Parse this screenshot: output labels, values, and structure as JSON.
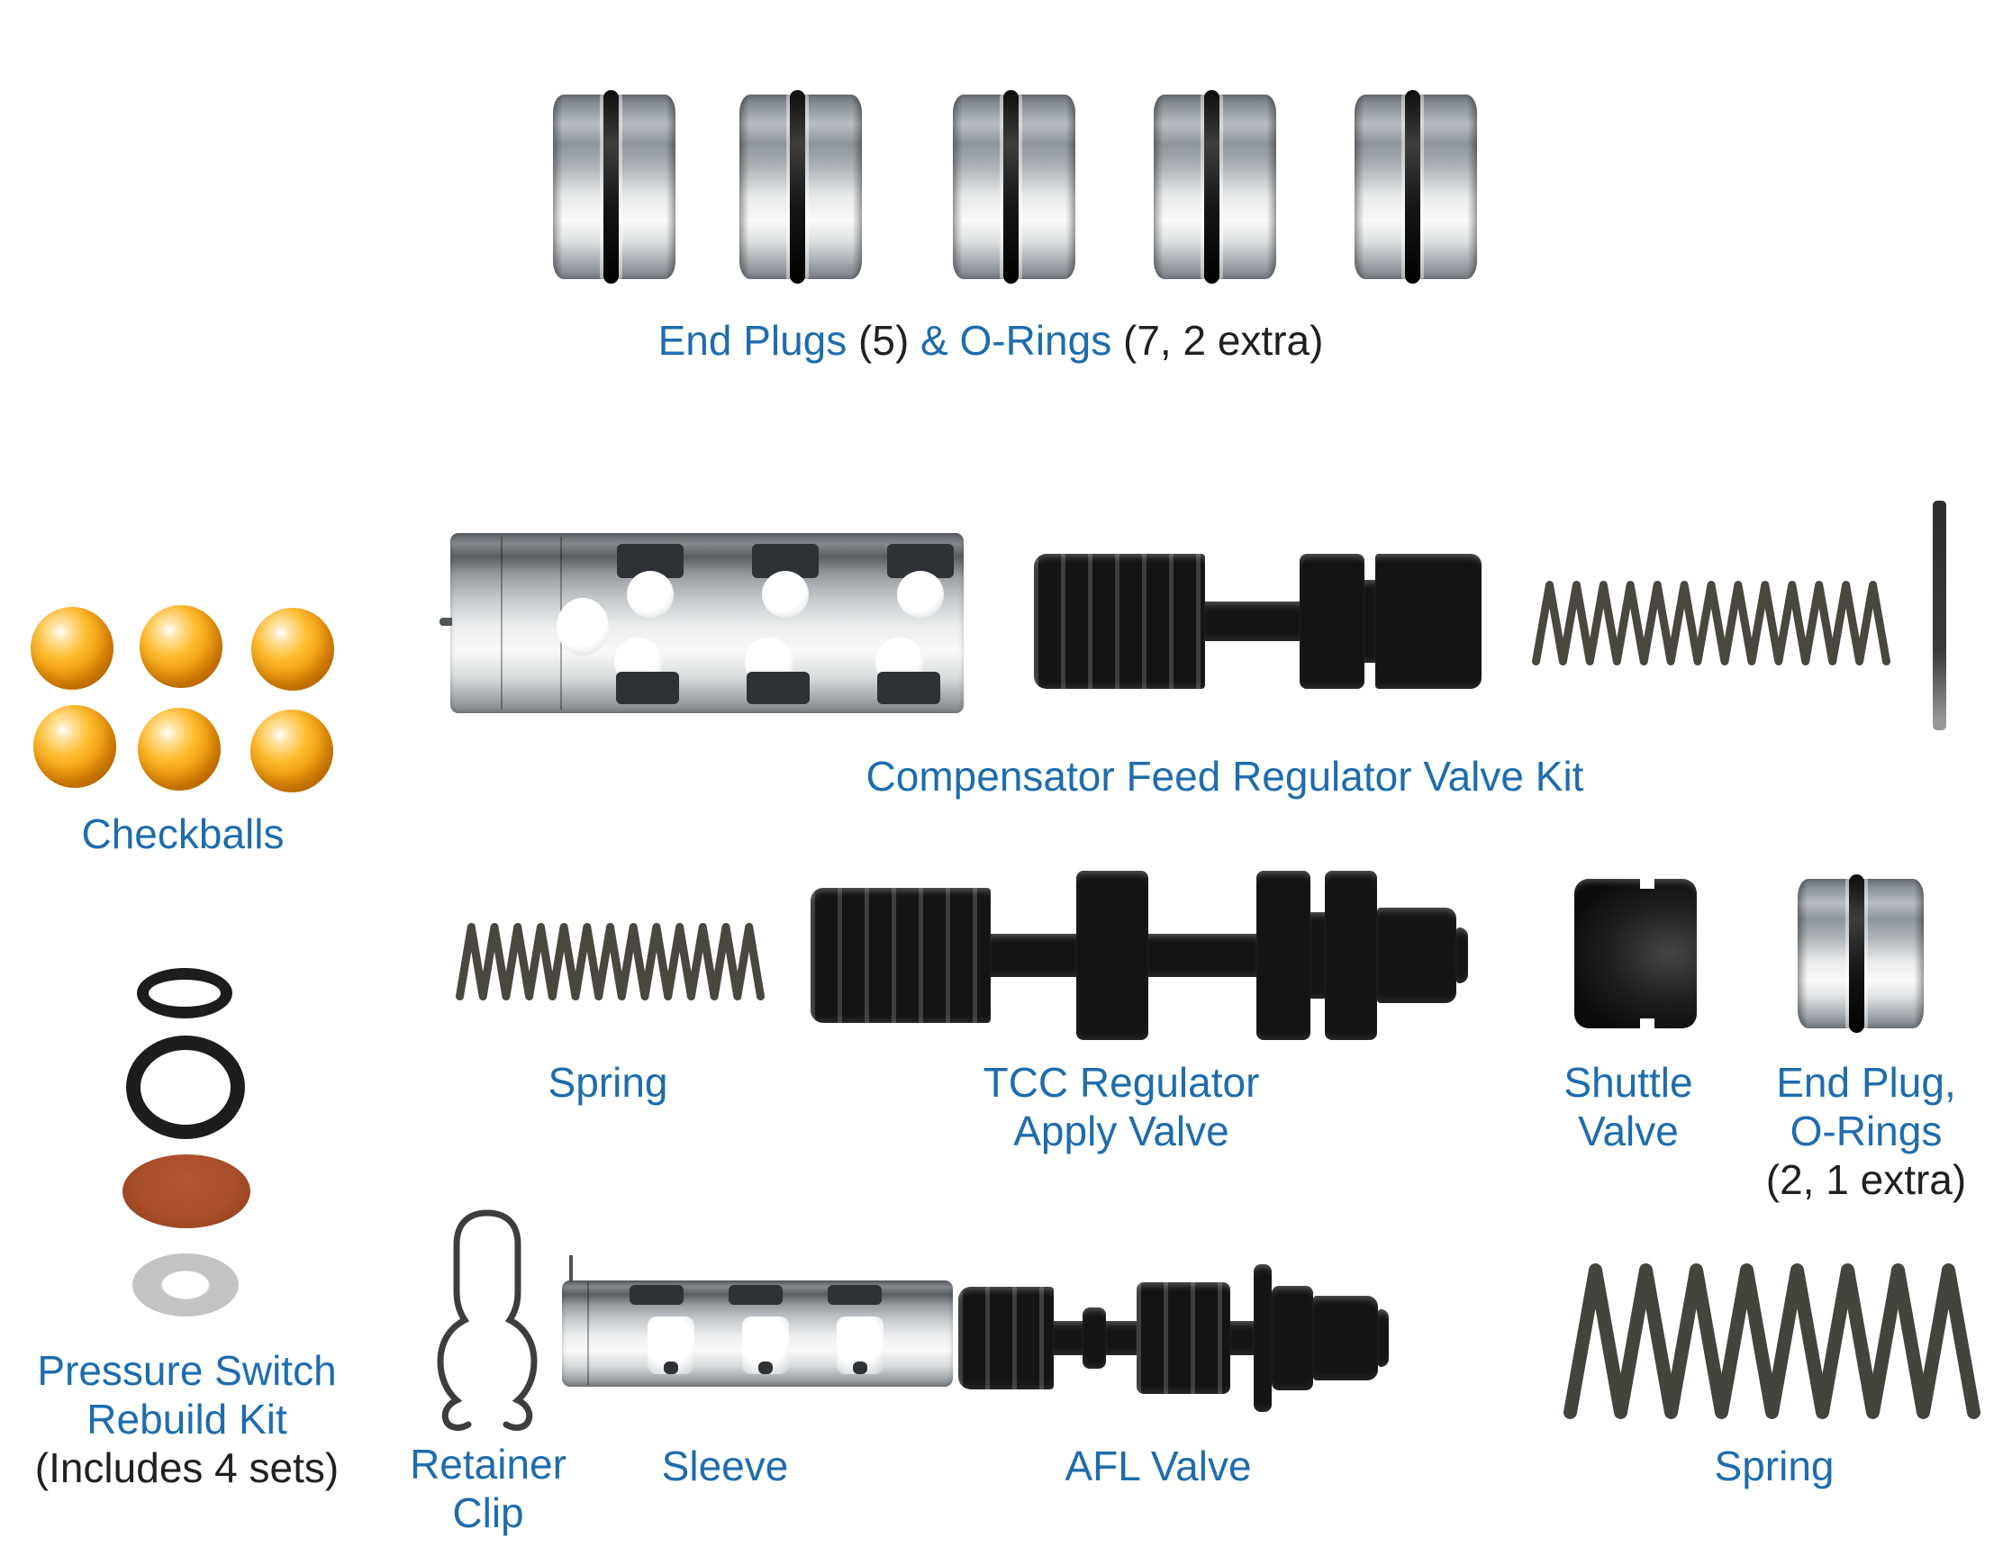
{
  "colors": {
    "label_blue": "#1f6cad",
    "text_black": "#231f20",
    "checkball_orange": "#f3a112",
    "diaphragm_red": "#a84e28",
    "washer_gray": "#c2c3c3",
    "valve_black": "#141414",
    "metal_light": "#eceeef"
  },
  "parts": {
    "end_plugs_top": {
      "plug_count": 5,
      "label_name": "End Plugs",
      "label_qty": " (5) ",
      "label_name2": "& O-Rings",
      "label_qty2": " (7, 2 extra)"
    },
    "checkballs": {
      "ball_count": 6,
      "label": "Checkballs"
    },
    "compensator_kit": {
      "label": "Compensator Feed Regulator Valve Kit"
    },
    "mid_spring": {
      "label": "Spring"
    },
    "tcc_valve": {
      "label_line1": "TCC Regulator",
      "label_line2": "Apply Valve"
    },
    "shuttle_valve": {
      "label_line1": "Shuttle",
      "label_line2": "Valve"
    },
    "end_plug_orings": {
      "label_line1": "End Plug,",
      "label_line2": "O-Rings",
      "qty_note": "(2, 1 extra)"
    },
    "pressure_switch_kit": {
      "label_line1": "Pressure Switch",
      "label_line2": "Rebuild Kit",
      "qty_note": "(Includes 4 sets)"
    },
    "retainer_clip": {
      "label_line1": "Retainer",
      "label_line2": "Clip"
    },
    "bottom_sleeve": {
      "label": "Sleeve"
    },
    "afl_valve": {
      "label": "AFL Valve"
    },
    "bottom_spring": {
      "label": "Spring"
    }
  }
}
